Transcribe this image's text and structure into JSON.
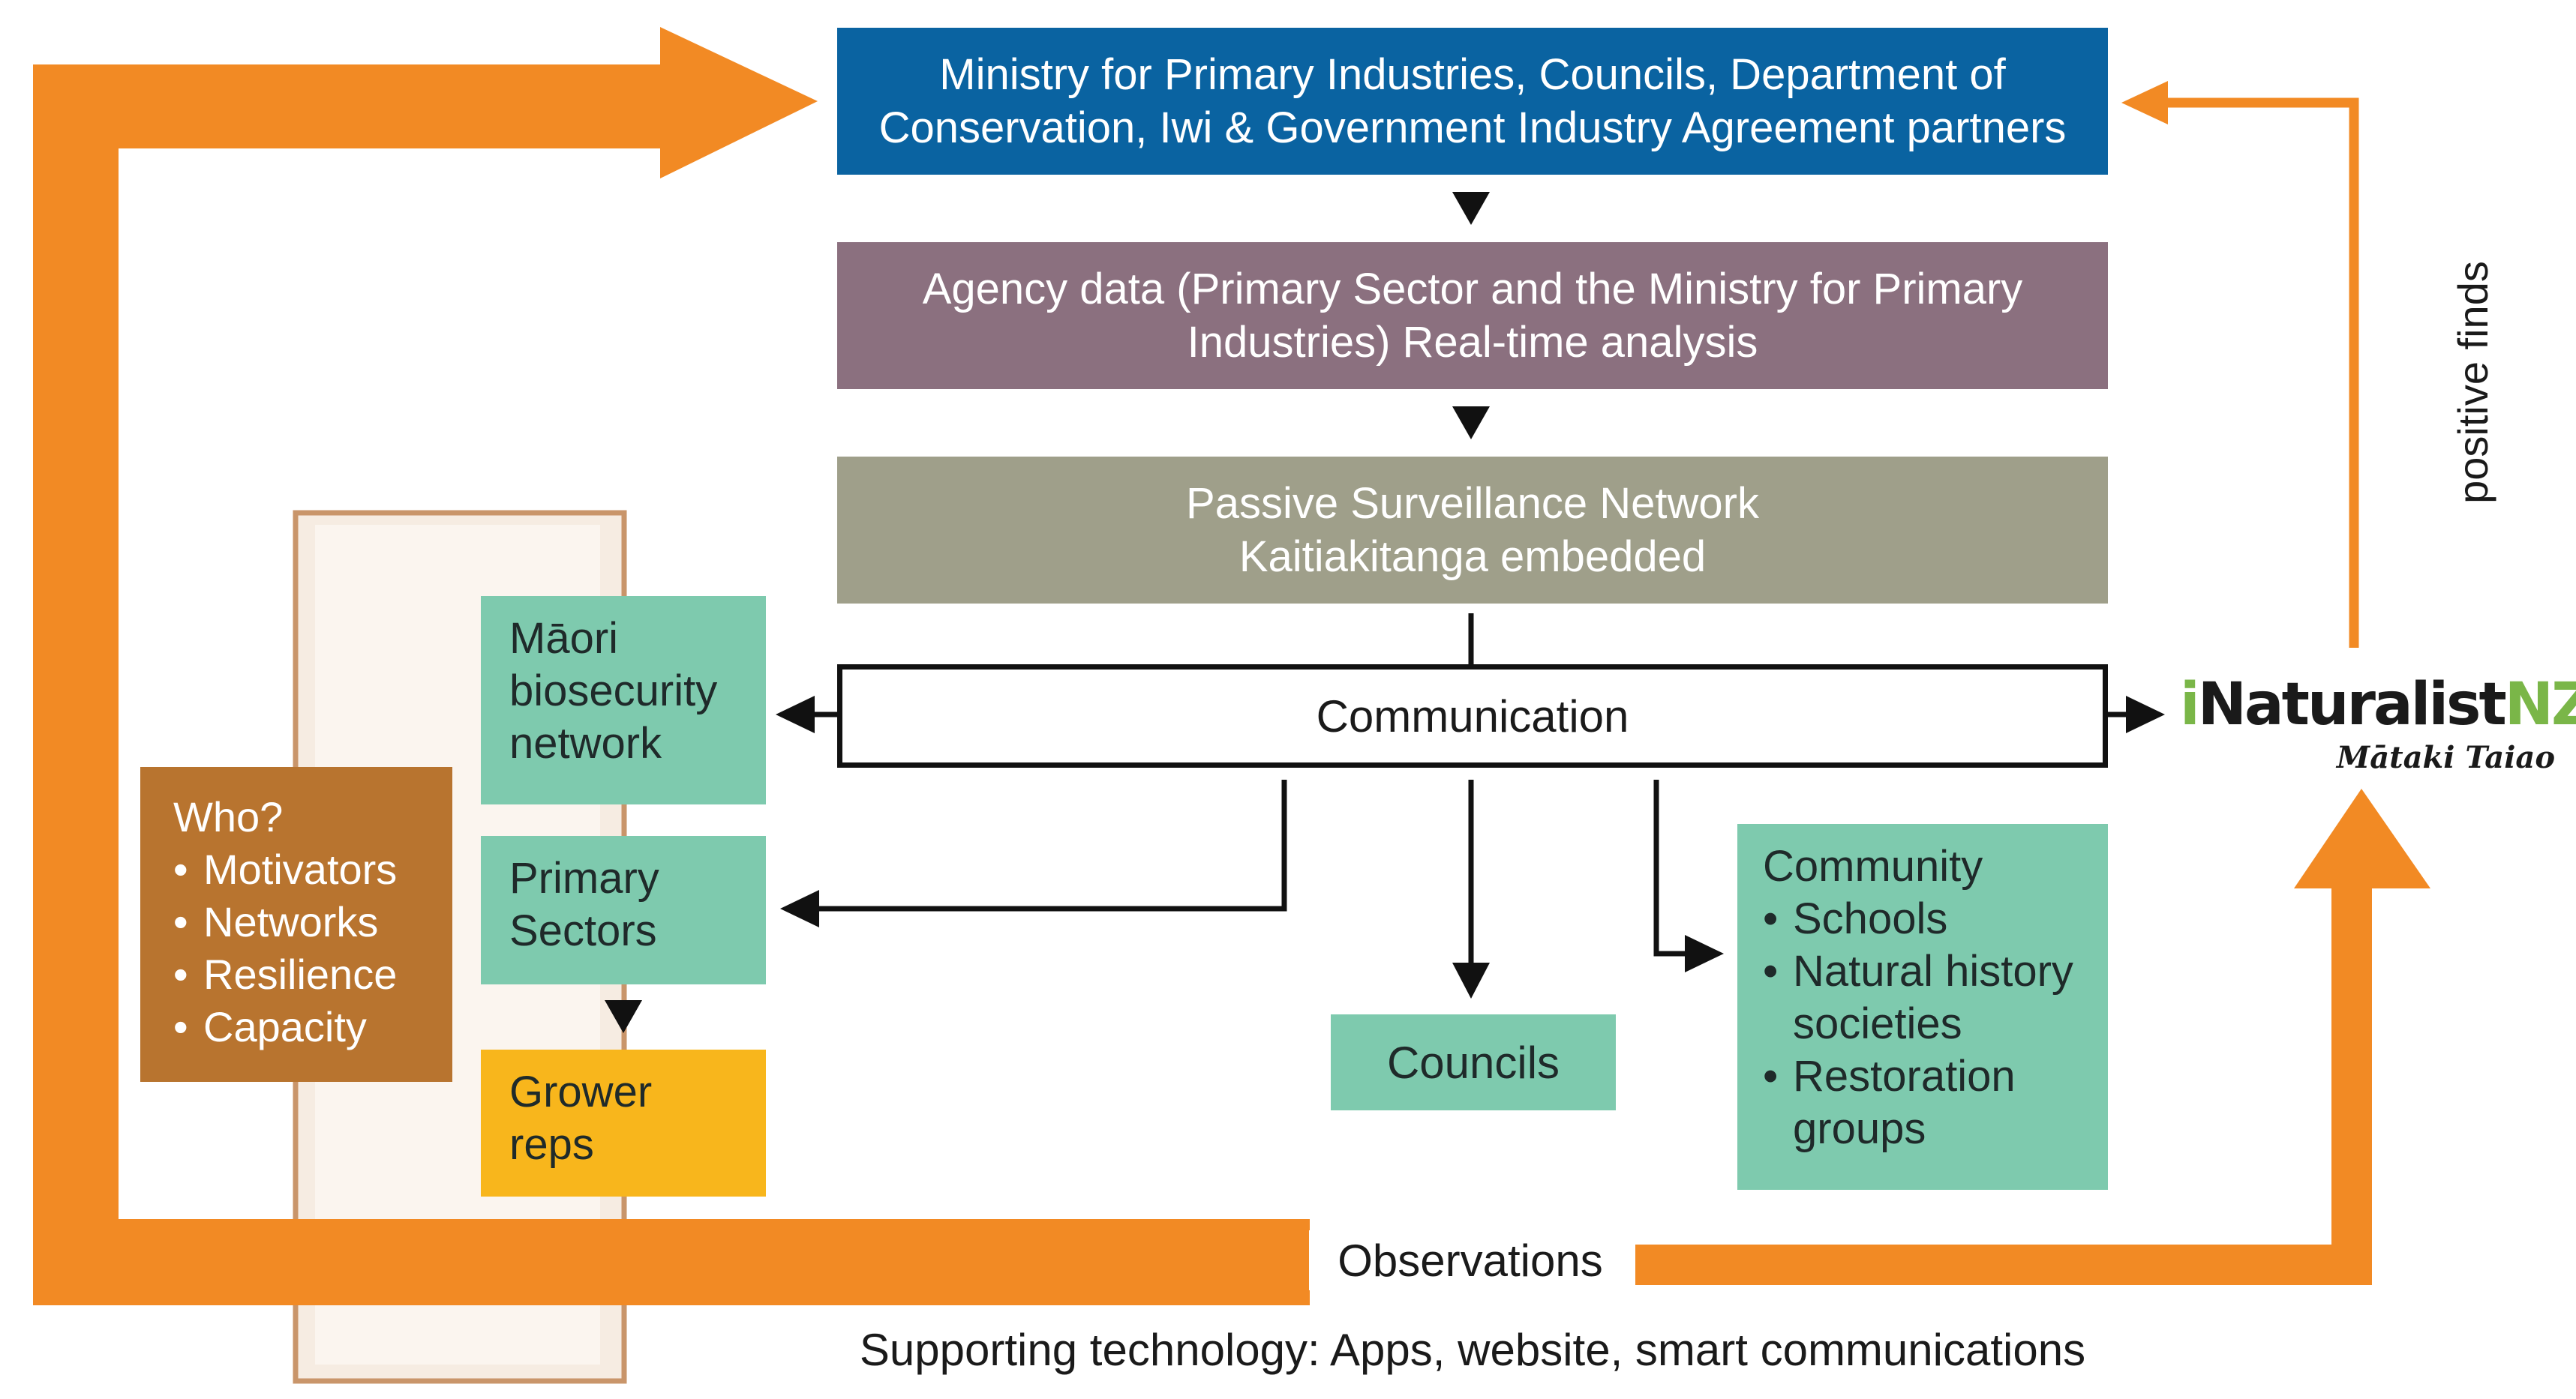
{
  "colors": {
    "orange_arrow": "#f28a24",
    "ministry_blue": "#0a63a1",
    "agency_mauve": "#8b707f",
    "passive_olive": "#9f9f8a",
    "teal": "#7ecaae",
    "grower_yellow": "#f8b61c",
    "who_brown": "#b8742f",
    "inaturalist_green": "#7ab648"
  },
  "boxes": {
    "ministry": "Ministry for Primary Industries, Councils, Department of\nConservation, Iwi & Government Industry Agreement partners",
    "agency": "Agency data (Primary Sector and the Ministry for Primary\nIndustries) Real-time analysis",
    "passive": "Passive Surveillance Network\nKaitiakitanga embedded",
    "communication": "Communication",
    "maori_network": "Māori\nbiosecurity\nnetwork",
    "primary_sectors": "Primary\nSectors",
    "grower_reps": "Grower\nreps",
    "councils": "Councils"
  },
  "community": {
    "title": "Community",
    "items": [
      "Schools",
      "Natural history",
      "Restoration"
    ],
    "continuations": [
      "societies",
      "groups"
    ]
  },
  "who": {
    "title": "Who?",
    "items": [
      "Motivators",
      "Networks",
      "Resilience",
      "Capacity"
    ]
  },
  "labels": {
    "observations": "Observations",
    "supporting": "Supporting technology: Apps, website, smart communications",
    "positive_finds": "positive finds"
  },
  "logo": {
    "i": "i",
    "naturalist": "Naturalist",
    "nz": "NZ",
    "subtitle": "Mātaki Taiao"
  }
}
